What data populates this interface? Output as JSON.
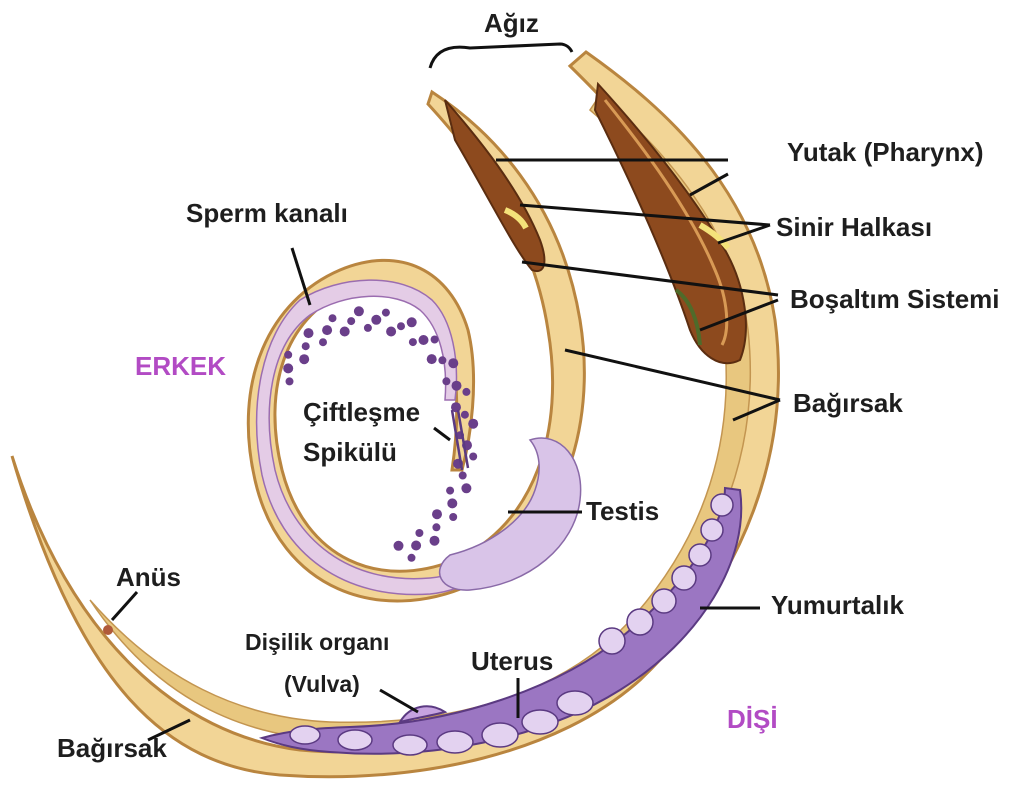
{
  "labels": {
    "mouth": "Ağız",
    "pharynx": "Yutak (Pharynx)",
    "nerve_ring": "Sinir Halkası",
    "excretory": "Boşaltım Sistemi",
    "intestine_right": "Bağırsak",
    "sperm_duct": "Sperm kanalı",
    "male": "ERKEK",
    "spicule_line1": "Çiftleşme",
    "spicule_line2": "Spikülü",
    "testis": "Testis",
    "ovary": "Yumurtalık",
    "anus": "Anüs",
    "vulva_line1": "Dişilik organı",
    "vulva_line2": "(Vulva)",
    "uterus": "Uterus",
    "female": "DİŞİ",
    "intestine_left": "Bağırsak"
  },
  "colors": {
    "sex_label": "#b24bc4",
    "label_text": "#1e1e1e",
    "body_wall": "#f2d596",
    "body_outline": "#b9853f",
    "pharynx": "#8d4a1e",
    "reproductive": "#9b76c2",
    "sperm": "#6a3f8a"
  }
}
